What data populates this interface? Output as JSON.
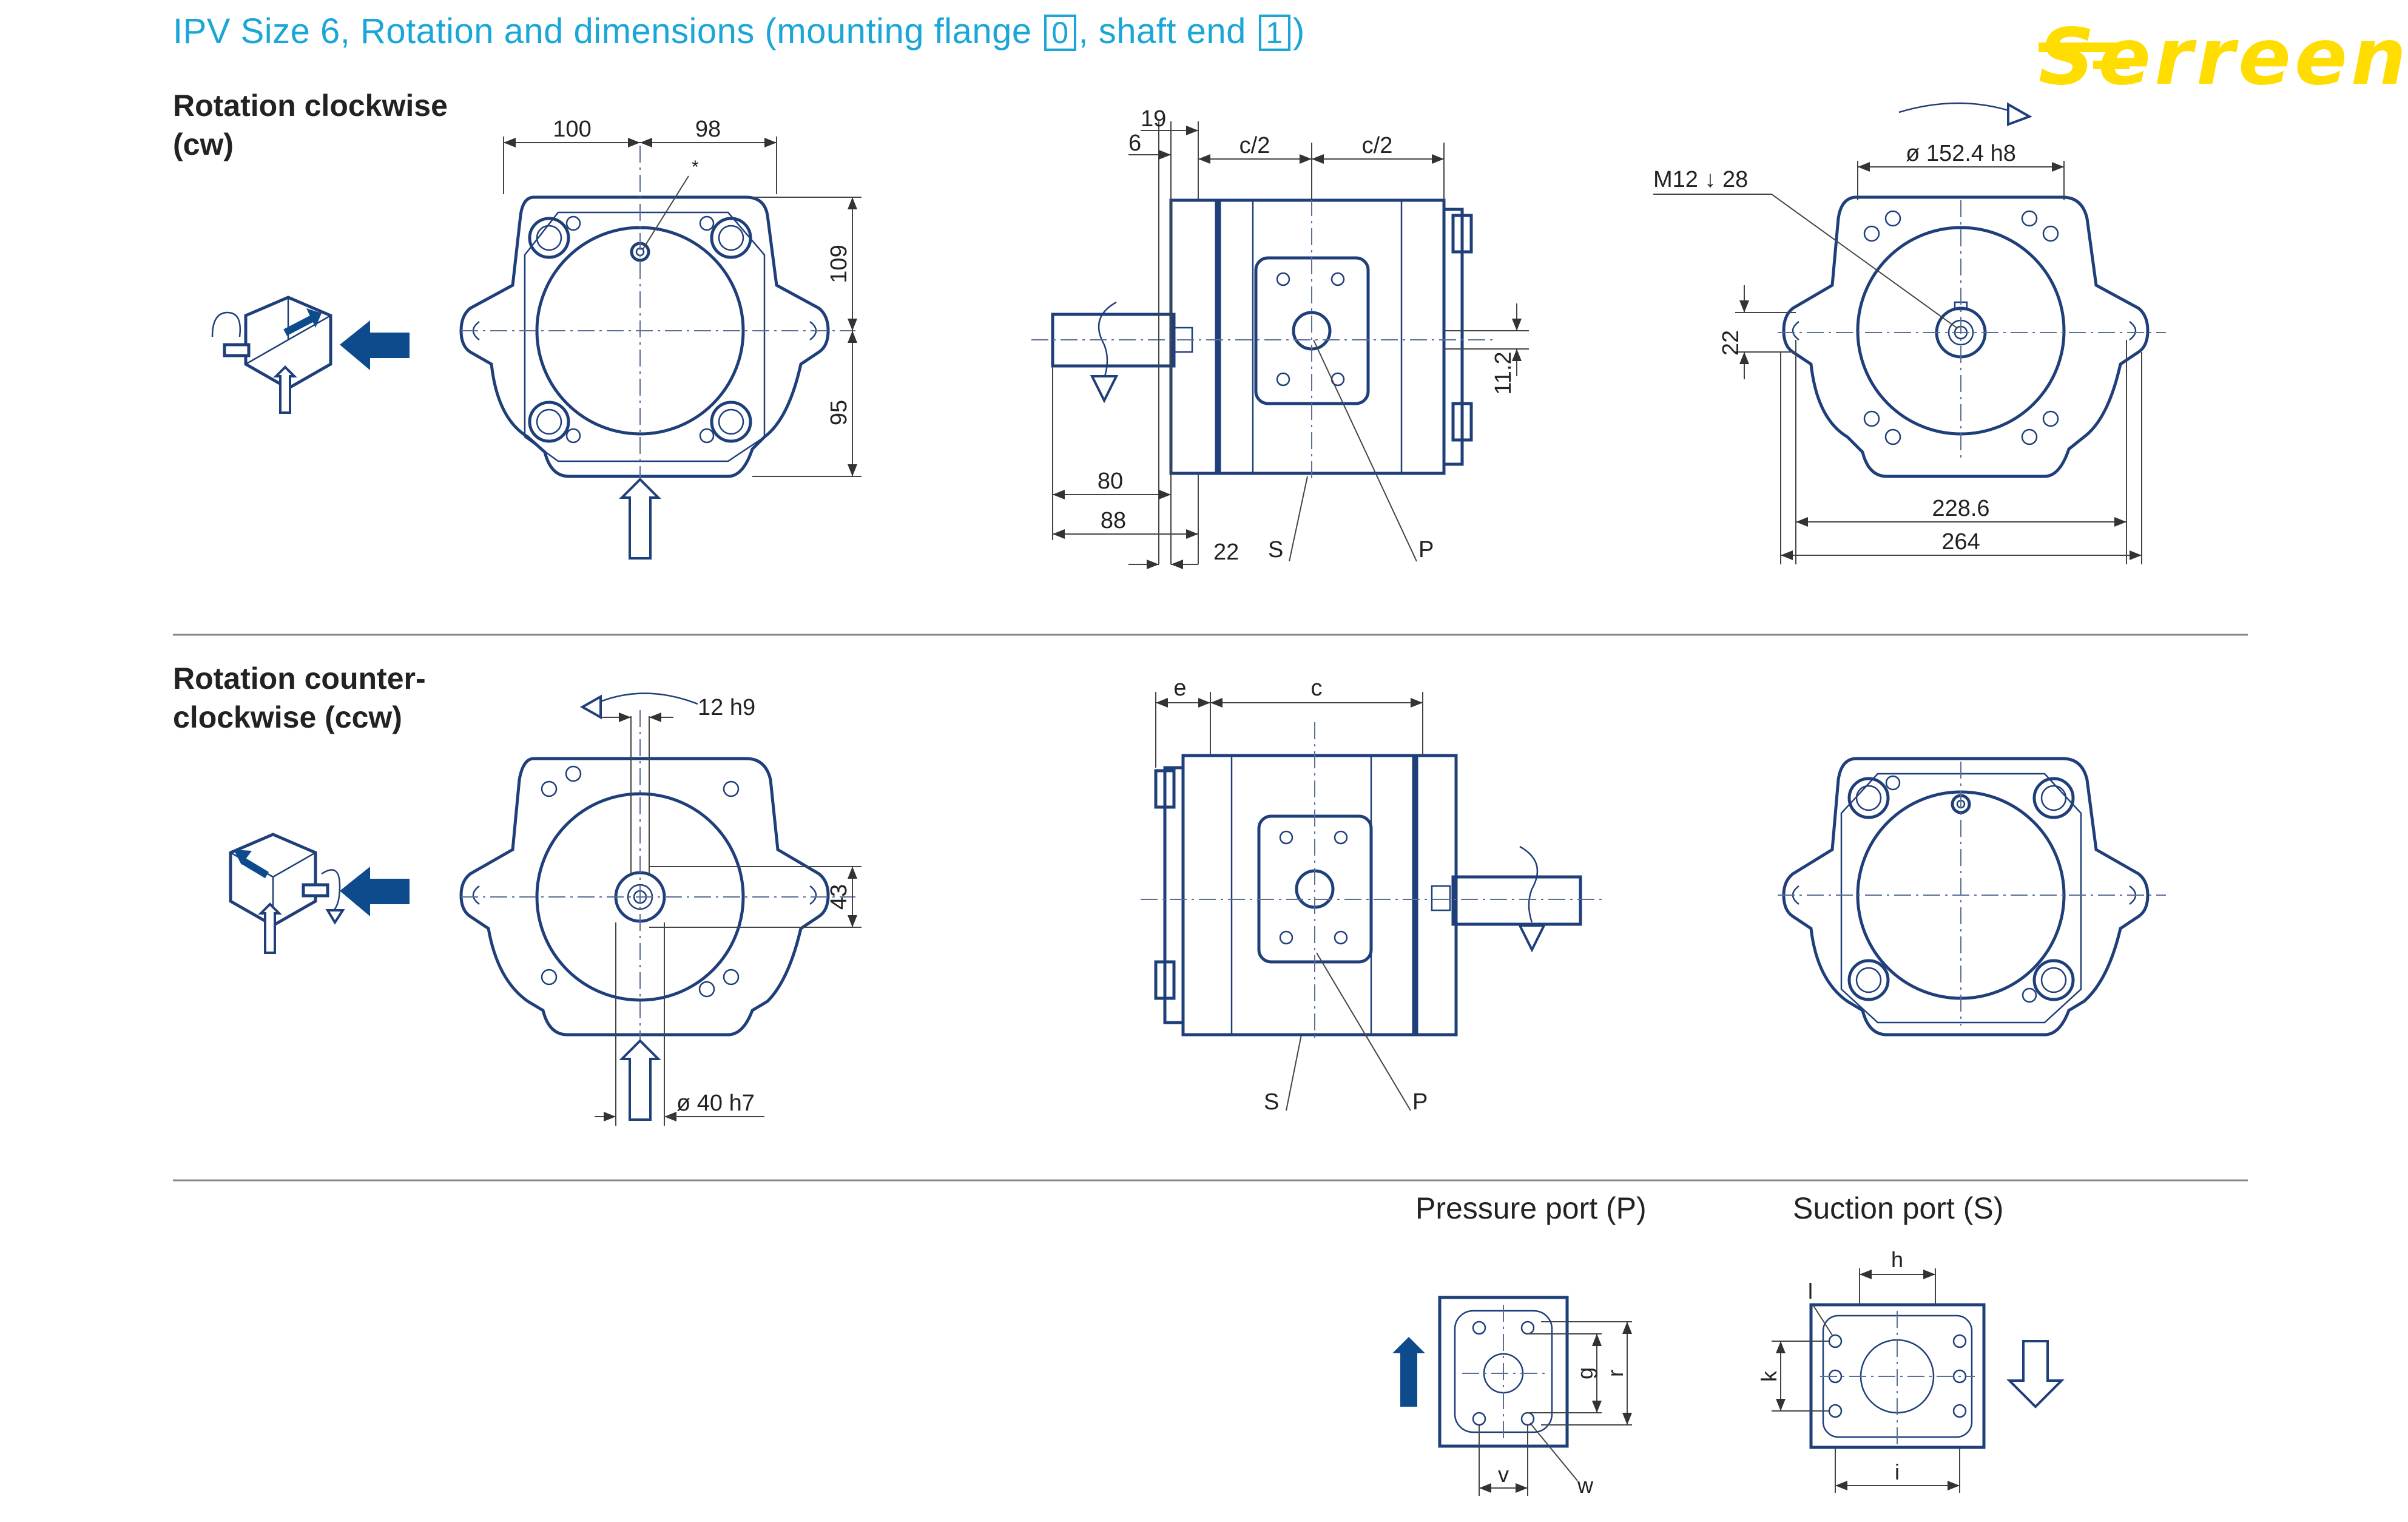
{
  "header": {
    "title_main": "IPV Size 6, Rotation and dimensions (mounting flange ",
    "flange_code": "0",
    "title_mid": ", shaft end ",
    "shaft_code": "1",
    "title_end": ")",
    "logo": "Serreen",
    "logo_color": "#ffdd00",
    "title_color": "#1aa6d6",
    "line_color": "#1f3f7a"
  },
  "sections": {
    "cw": {
      "label_line1": "Rotation clockwise",
      "label_line2": "(cw)"
    },
    "ccw": {
      "label_line1": "Rotation counter-",
      "label_line2": "clockwise (ccw)"
    }
  },
  "dims_cw_front": {
    "d100": "100",
    "d98": "98",
    "star": "*",
    "d109": "109",
    "d95": "95"
  },
  "dims_cw_side": {
    "d19": "19",
    "d6": "6",
    "c_half_a": "c/2",
    "c_half_b": "c/2",
    "d11_2": "11.2",
    "d80": "80",
    "d88": "88",
    "d22": "22",
    "S": "S",
    "P": "P"
  },
  "dims_cw_rear": {
    "thread": "M12 ↓ 28",
    "bore": "ø 152.4 h8",
    "d22": "22",
    "d228_6": "228.6",
    "d264": "264"
  },
  "dims_ccw_front": {
    "key": "12 h9",
    "d43": "43",
    "shaft": "ø 40 h7"
  },
  "dims_ccw_side": {
    "e": "e",
    "c": "c",
    "S": "S",
    "P": "P"
  },
  "ports": {
    "pressure": {
      "title": "Pressure port (P)",
      "g": "g",
      "r": "r",
      "v": "v",
      "w": "w"
    },
    "suction": {
      "title": "Suction port (S)",
      "h": "h",
      "l": "l",
      "k": "k",
      "i": "i"
    }
  }
}
